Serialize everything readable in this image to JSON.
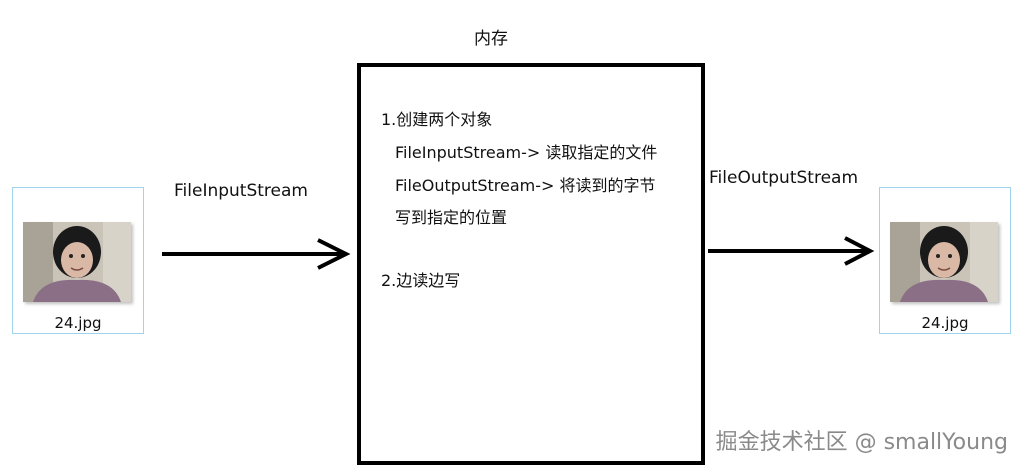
{
  "memory_title": "内存",
  "memory_box": {
    "steps": [
      "1.创建两个对象",
      "FileInputStream-> 读取指定的文件",
      "FileOutputStream-> 将读到的字节",
      "写到指定的位置",
      "2.边读边写"
    ]
  },
  "left_file": {
    "name": "24.jpg",
    "icon": "photo-thumbnail-icon"
  },
  "right_file": {
    "name": "24.jpg",
    "icon": "photo-thumbnail-icon"
  },
  "left_arrow": {
    "label": "FileInputStream"
  },
  "right_arrow": {
    "label": "FileOutputStream"
  },
  "watermark": "掘金技术社区 @ smallYoung"
}
